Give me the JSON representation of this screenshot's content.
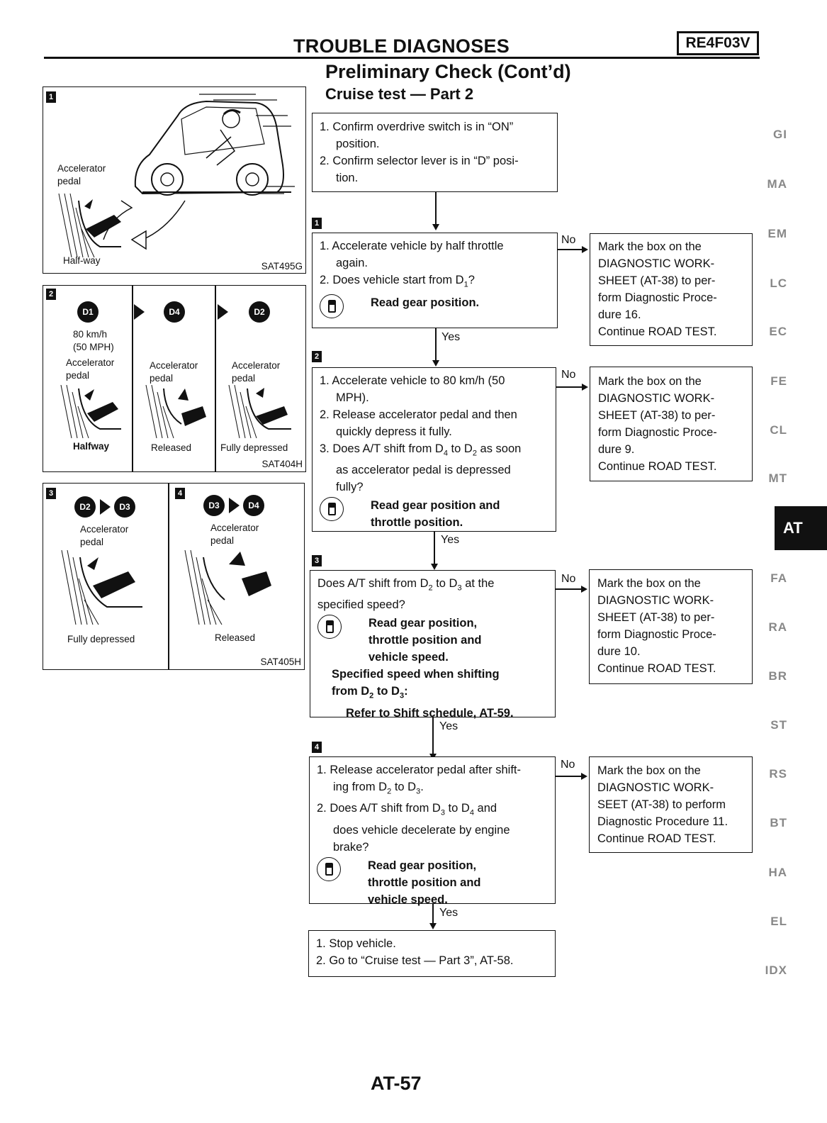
{
  "header": {
    "title": "TROUBLE DIAGNOSES",
    "model": "RE4F03V",
    "subtitle": "Preliminary Check (Cont’d)",
    "section": "Cruise test — Part 2"
  },
  "figures": {
    "fig1": {
      "step": "1",
      "label1": "Accelerator",
      "label2": "pedal",
      "caption": "Half-way",
      "code": "SAT495G"
    },
    "fig2": {
      "step": "2",
      "gear1": "D1",
      "gear2": "D4",
      "gear3": "D2",
      "speed1": "80 km/h",
      "speed2": "(50 MPH)",
      "p1_l1": "Accelerator",
      "p1_l2": "pedal",
      "p1_cap": "Halfway",
      "p2_l1": "Accelerator",
      "p2_l2": "pedal",
      "p2_cap": "Released",
      "p3_l1": "Accelerator",
      "p3_l2": "pedal",
      "p3_cap": "Fully depressed",
      "code": "SAT404H"
    },
    "fig3": {
      "step3": "3",
      "gear_a1": "D2",
      "gear_a2": "D3",
      "a_l1": "Accelerator",
      "a_l2": "pedal",
      "a_cap": "Fully depressed",
      "step4": "4",
      "gear_b1": "D3",
      "gear_b2": "D4",
      "b_l1": "Accelerator",
      "b_l2": "pedal",
      "b_cap": "Released",
      "code": "SAT405H"
    }
  },
  "flow": {
    "start": {
      "item1a": "1. Confirm overdrive switch is in “ON”",
      "item1b": "position.",
      "item2a": "2. Confirm selector lever is in “D” posi-",
      "item2b": "tion."
    },
    "step1": {
      "num": "1",
      "l1": "1. Accelerate vehicle by half throttle",
      "l2": "again.",
      "l3": "2. Does vehicle start from D",
      "l3_sub": "1",
      "l3_end": "?",
      "consult": "Read gear position."
    },
    "step2": {
      "num": "2",
      "l1": "1. Accelerate vehicle to 80 km/h (50",
      "l2": "MPH).",
      "l3": "2. Release accelerator pedal and then",
      "l4": "quickly depress it fully.",
      "l5a": "3. Does A/T shift from D",
      "l5b": "4",
      "l5c": " to D",
      "l5d": "2",
      "l5e": " as soon",
      "l6": "as accelerator pedal is depressed",
      "l7": "fully?",
      "consult1": "Read gear position and",
      "consult2": "throttle position."
    },
    "step3": {
      "num": "3",
      "l1a": "Does A/T shift from D",
      "l1b": "2",
      "l1c": " to D",
      "l1d": "3",
      "l1e": " at the",
      "l2": "specified speed?",
      "consult1": "Read gear position,",
      "consult2": "throttle position and",
      "consult3": "vehicle speed.",
      "spec1": "Specified speed when shifting",
      "spec2a": "from D",
      "spec2b": "2",
      "spec2c": " to D",
      "spec2d": "3",
      "spec2e": ":",
      "spec3": "Refer to Shift schedule, AT-59."
    },
    "step4": {
      "num": "4",
      "l1": "1. Release accelerator pedal after shift-",
      "l2a": "ing from D",
      "l2b": "2",
      "l2c": " to D",
      "l2d": "3",
      "l2e": ".",
      "l3a": "2. Does A/T shift from D",
      "l3b": "3",
      "l3c": " to D",
      "l3d": "4",
      "l3e": " and",
      "l4": "does vehicle decelerate by engine",
      "l5": "brake?",
      "consult1": "Read gear position,",
      "consult2": "throttle position and",
      "consult3": "vehicle speed."
    },
    "end": {
      "l1": "1. Stop vehicle.",
      "l2": "2. Go to “Cruise test — Part 3”, AT-58."
    },
    "yes": "Yes",
    "no": "No",
    "nobox1": [
      "Mark the box on the",
      "DIAGNOSTIC WORK-",
      "SHEET (AT-38) to per-",
      "form Diagnostic Proce-",
      "dure 16.",
      "Continue ROAD TEST."
    ],
    "nobox2": [
      "Mark the box on the",
      "DIAGNOSTIC WORK-",
      "SHEET (AT-38) to per-",
      "form Diagnostic Proce-",
      "dure 9.",
      "Continue ROAD TEST."
    ],
    "nobox3": [
      "Mark the box on the",
      "DIAGNOSTIC WORK-",
      "SHEET (AT-38) to per-",
      "form Diagnostic Proce-",
      "dure 10.",
      "Continue ROAD TEST."
    ],
    "nobox4": [
      "Mark the box on the",
      "DIAGNOSTIC WORK-",
      "SEET (AT-38) to perform",
      "Diagnostic Procedure 11.",
      "Continue ROAD TEST."
    ]
  },
  "side_tabs": [
    "GI",
    "MA",
    "EM",
    "LC",
    "EC",
    "FE",
    "CL",
    "MT",
    "AT",
    "FA",
    "RA",
    "BR",
    "ST",
    "RS",
    "BT",
    "HA",
    "EL",
    "IDX"
  ],
  "active_tab": "AT",
  "footer": {
    "page": "AT-57"
  }
}
